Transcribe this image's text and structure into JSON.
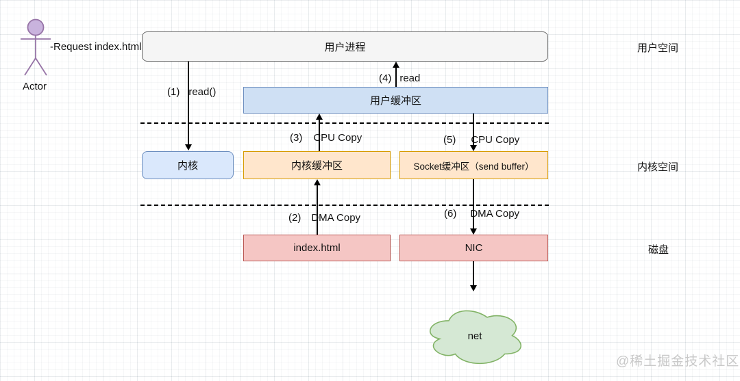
{
  "actor": {
    "label": "Actor",
    "request_label": "-Request index.html-"
  },
  "regions": {
    "user_space": "用户空间",
    "kernel_space": "内核空间",
    "disk": "磁盘"
  },
  "boxes": {
    "user_process": "用户进程",
    "user_buffer": "用户缓冲区",
    "kernel": "内核",
    "kernel_buffer": "内核缓冲区",
    "socket_buffer": "Socket缓冲区（send buffer）",
    "index_html": "index.html",
    "nic": "NIC",
    "net": "net"
  },
  "steps": {
    "s1": {
      "num": "(1)",
      "label": "read()"
    },
    "s2": {
      "num": "(2)",
      "label": "DMA Copy"
    },
    "s3": {
      "num": "(3)",
      "label": "CPU Copy"
    },
    "s4": {
      "num": "(4)",
      "label": "read"
    },
    "s5": {
      "num": "(5)",
      "label": "CPU Copy"
    },
    "s6": {
      "num": "(6)",
      "label": "DMA Copy"
    }
  },
  "watermark": "@稀土掘金技术社区",
  "colors": {
    "process_fill": "#f5f5f5",
    "process_border": "#666666",
    "blue_fill": "#dae8fc",
    "buffer_fill": "#cfe0f4",
    "blue_border": "#6c8ebf",
    "orange_fill": "#ffe6cc",
    "orange_border": "#d79b00",
    "pink_fill": "#f5c6c4",
    "pink_border": "#b85450",
    "cloud_fill": "#d5e8d4",
    "cloud_border": "#82b366",
    "actor_stroke": "#9673a6",
    "actor_head_fill": "#c9b3dd"
  }
}
